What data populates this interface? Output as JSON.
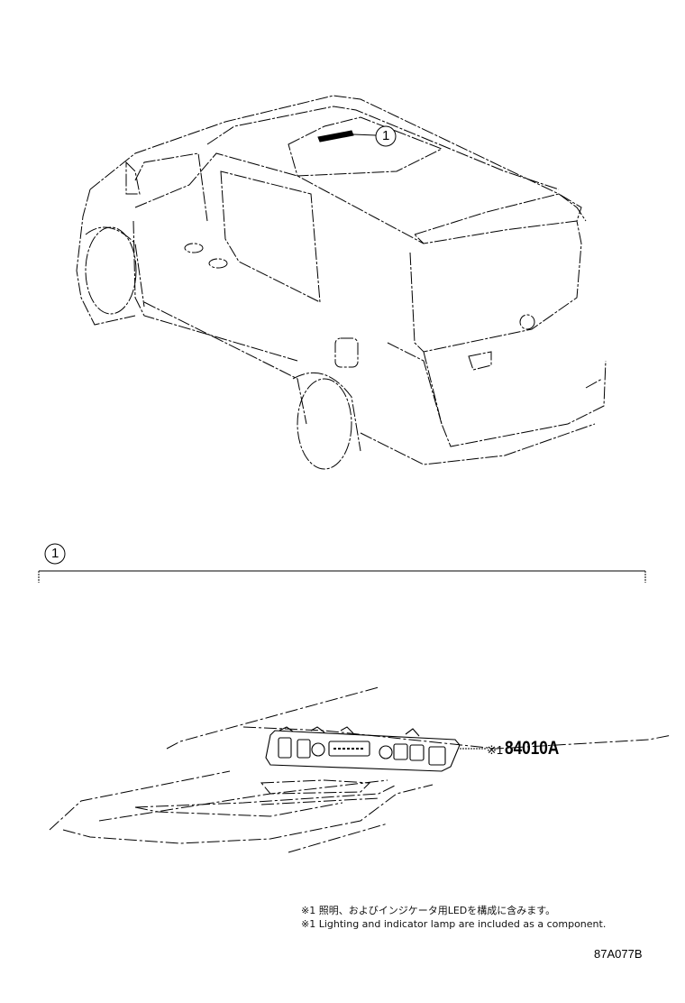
{
  "diagram": {
    "type": "parts-illustration",
    "vehicle_view": "rear three-quarter view of minivan",
    "top_callout": {
      "number": "1",
      "target": "overhead console on roof interior"
    },
    "section_header": {
      "callout_number": "1"
    },
    "part": {
      "ref_mark": "※1",
      "part_number": "84010A",
      "description": "overhead console switch panel"
    },
    "notes": [
      "※1 照明、およびインジケータ用LEDを構成に含みます。",
      "※1 Lighting and indicator lamp are included as a component."
    ],
    "illustration_id": "87A077B"
  },
  "colors": {
    "line": "#000000",
    "background": "#ffffff"
  }
}
